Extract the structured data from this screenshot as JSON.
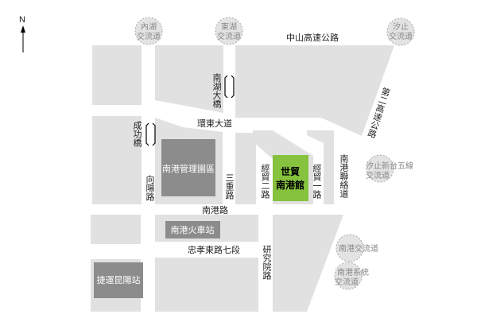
{
  "north_label": "N",
  "venue": {
    "line1": "世貿",
    "line2": "南港館",
    "color": "#86c23e"
  },
  "interchanges": [
    {
      "id": "neihu",
      "lines": [
        "內湖",
        "交流道"
      ]
    },
    {
      "id": "donghu",
      "lines": [
        "東湖",
        "交流道"
      ]
    },
    {
      "id": "xizhi",
      "lines": [
        "汐止",
        "交流道"
      ]
    },
    {
      "id": "xizhi-xintai",
      "lines": [
        "汐止新台五線",
        "交流道"
      ]
    },
    {
      "id": "nangang",
      "lines": [
        "南港交流道"
      ]
    },
    {
      "id": "nangang-system",
      "lines": [
        "南港系統",
        "交流道"
      ]
    }
  ],
  "buildings": {
    "nangang_park": "南港管理園區",
    "nangang_station": "南港火車站",
    "kunyang_station": "捷運昆陽站"
  },
  "roads": {
    "zhongshan_highway": "中山高速公路",
    "second_highway": "第二高速公路",
    "nanhu_bridge": "南湖大橋",
    "huandong": "環東大道",
    "chenggong_bridge": "成功橋",
    "xiangyang": "向陽路",
    "sanchong": "三重路",
    "jingmao2": "經貿二路",
    "jingmao1": "經貿一路",
    "nangang_link": "南港聯絡道",
    "nangang_rd": "南港路",
    "zhongxiao": "忠孝東路七段",
    "yanjiuyuan": "研究院路"
  }
}
